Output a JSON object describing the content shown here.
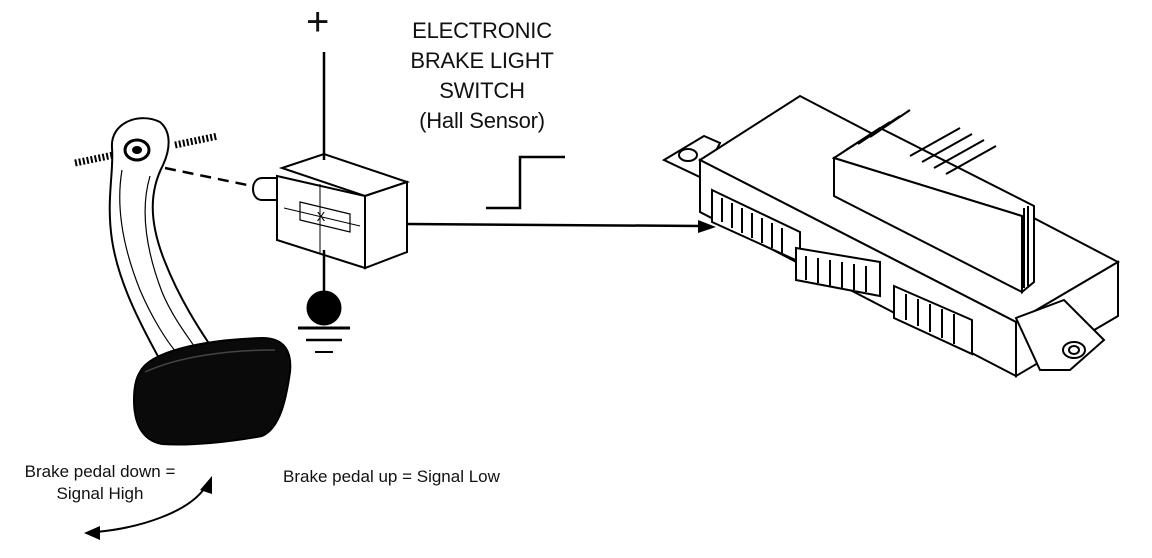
{
  "switch_label": {
    "line1": "ELECTRONIC",
    "line2": "BRAKE LIGHT",
    "line3": "SWITCH",
    "line4": "(Hall Sensor)"
  },
  "power_symbol": "+",
  "sensor_mark": "X",
  "pedal_down_label": {
    "line1": "Brake pedal down =",
    "line2": "Signal High"
  },
  "pedal_up_label": "Brake pedal up = Signal Low",
  "colors": {
    "ink": "#000000",
    "pedal_pad": "#0a0a0a",
    "background": "#ffffff"
  }
}
